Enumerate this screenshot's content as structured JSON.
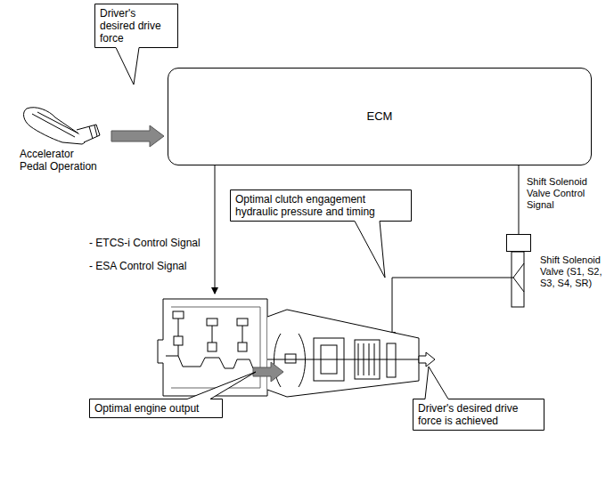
{
  "diagram": {
    "nodes": [
      {
        "text": [
          "Driver's desired drive force"
        ]
      },
      {
        "text": [
          "ECM"
        ]
      },
      {
        "text": [
          "Optimal clutch engagement hydraulic pressure and timing"
        ]
      },
      {
        "text": [
          "Shift Solenoid Valve (S1, S2, S3, S4, SR)"
        ]
      },
      {
        "text": [
          "Optimal engine output"
        ]
      },
      {
        "text": [
          "Driver's desired drive force is achieved"
        ]
      }
    ],
    "edges": [
      {
        "from": 1,
        "to": 3,
        "label": "Shift Solenoid Valve Control Signal",
        "arrow": "none"
      }
    ],
    "labels": [
      "Accelerator Pedal Operation",
      "- ETCS-i Control Signal",
      "- ESA Control Signal"
    ]
  }
}
